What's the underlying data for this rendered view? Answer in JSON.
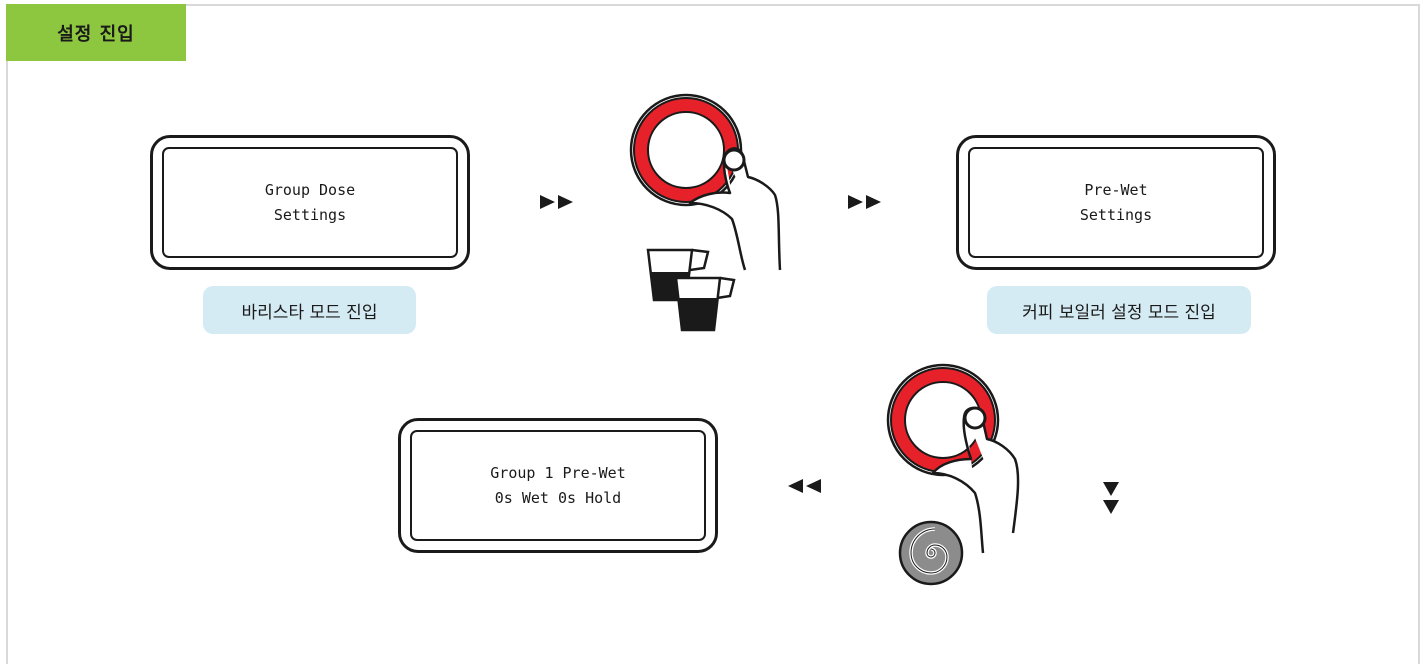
{
  "section_tag": "설정 진입",
  "screens": {
    "group_dose": {
      "line1": "Group Dose",
      "line2": "Settings"
    },
    "pre_wet": {
      "line1": "Pre-Wet",
      "line2": "Settings"
    },
    "group_pre_wet": {
      "line1": "Group 1 Pre-Wet",
      "line2": "0s Wet 0s Hold"
    }
  },
  "captions": {
    "barista_mode": "바리스타 모드 진입",
    "coffee_boiler_mode": "커피 보일러 설정 모드 진입"
  },
  "icons": {
    "arrow_right_1": "double-arrow-right-icon",
    "arrow_right_2": "double-arrow-right-icon",
    "arrow_left": "double-arrow-left-icon",
    "arrow_down": "double-arrow-down-icon",
    "knob_press": "knob-press-icon",
    "cups": "cups-icon",
    "knob_rotate": "knob-rotate-icon",
    "spiral": "spiral-icon"
  },
  "colors": {
    "tag_bg": "#8dc63f",
    "caption_bg": "#d5ebf3",
    "knob_ring": "#e62129",
    "outline": "#1a1a1a",
    "spiral_fill": "#8c8c8c"
  }
}
